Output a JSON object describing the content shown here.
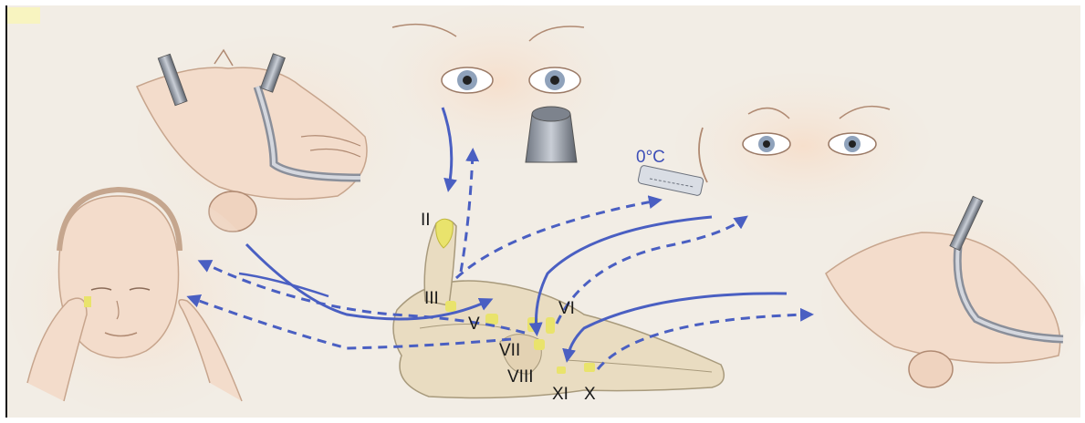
{
  "figure": {
    "temperature_label": "0°C",
    "nerve_labels": {
      "II": "II",
      "III": "III",
      "V": "V",
      "VI": "VI",
      "VII": "VII",
      "VIII": "VIII",
      "X": "X",
      "XI": "XI"
    }
  },
  "colors": {
    "arrow": "#4a5fc2",
    "nerve": "#e9e36c",
    "skin": "#f3dccb",
    "brainstem": "#e9dcc1",
    "background": "#f2ede5"
  },
  "icons": [
    "eye-icon",
    "otoscope-icon",
    "ear-irrigator-icon",
    "brainstem-icon",
    "face-icon",
    "arrow-icon"
  ]
}
